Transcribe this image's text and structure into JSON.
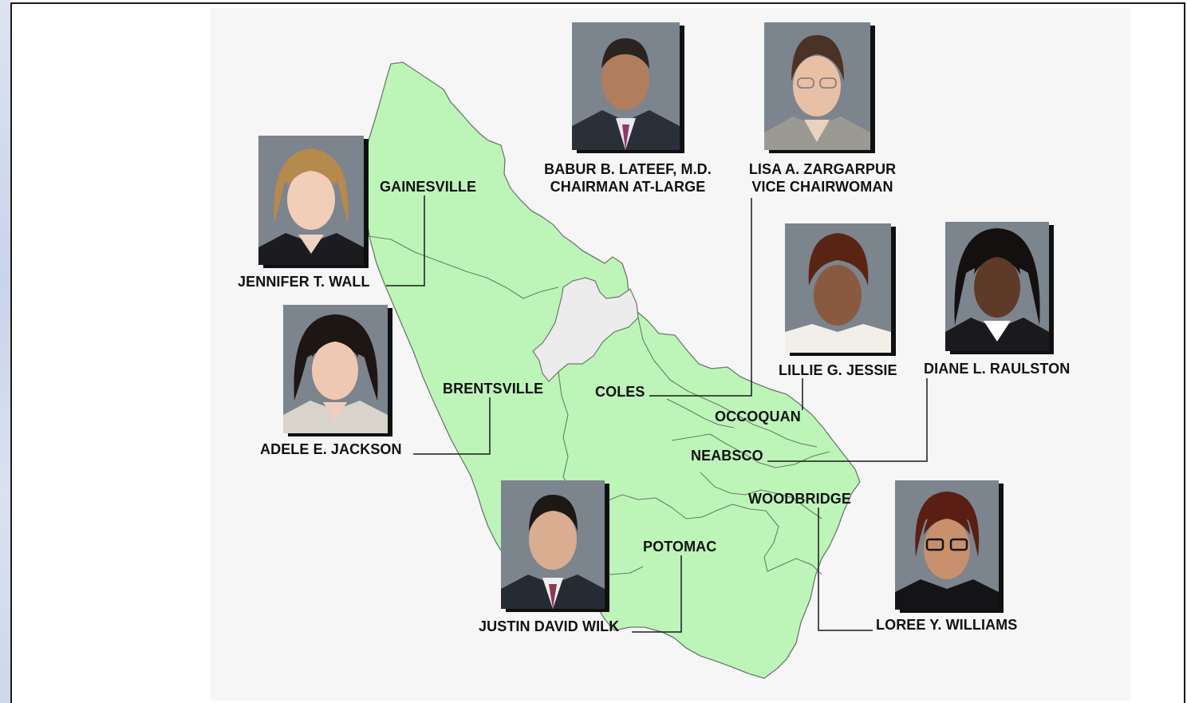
{
  "members": [
    {
      "id": "lateef",
      "name": "BABUR B. LATEEF, M.D.",
      "title": "CHAIRMAN AT-LARGE"
    },
    {
      "id": "zargarpur",
      "name": "LISA A. ZARGARPUR",
      "title": "VICE CHAIRWOMAN"
    },
    {
      "id": "wall",
      "name": "JENNIFER T. WALL"
    },
    {
      "id": "jackson",
      "name": "ADELE E. JACKSON"
    },
    {
      "id": "jessie",
      "name": "LILLIE G. JESSIE"
    },
    {
      "id": "raulston",
      "name": "DIANE L. RAULSTON"
    },
    {
      "id": "wilk",
      "name": "JUSTIN DAVID WILK"
    },
    {
      "id": "williams",
      "name": "LOREE Y. WILLIAMS"
    }
  ],
  "districts": [
    {
      "id": "gainesville",
      "label": "GAINESVILLE"
    },
    {
      "id": "brentsville",
      "label": "BRENTSVILLE"
    },
    {
      "id": "coles",
      "label": "COLES"
    },
    {
      "id": "occoquan",
      "label": "OCCOQUAN"
    },
    {
      "id": "neabsco",
      "label": "NEABSCO"
    },
    {
      "id": "woodbridge",
      "label": "WOODBRIDGE"
    },
    {
      "id": "potomac",
      "label": "POTOMAC"
    }
  ],
  "colors": {
    "county_fill": "#bdf5b9",
    "county_stroke": "#6b7a68",
    "excluded_fill": "#ececec",
    "panel_bg": "#f6f6f6",
    "photo_bg": "#7c848d"
  }
}
